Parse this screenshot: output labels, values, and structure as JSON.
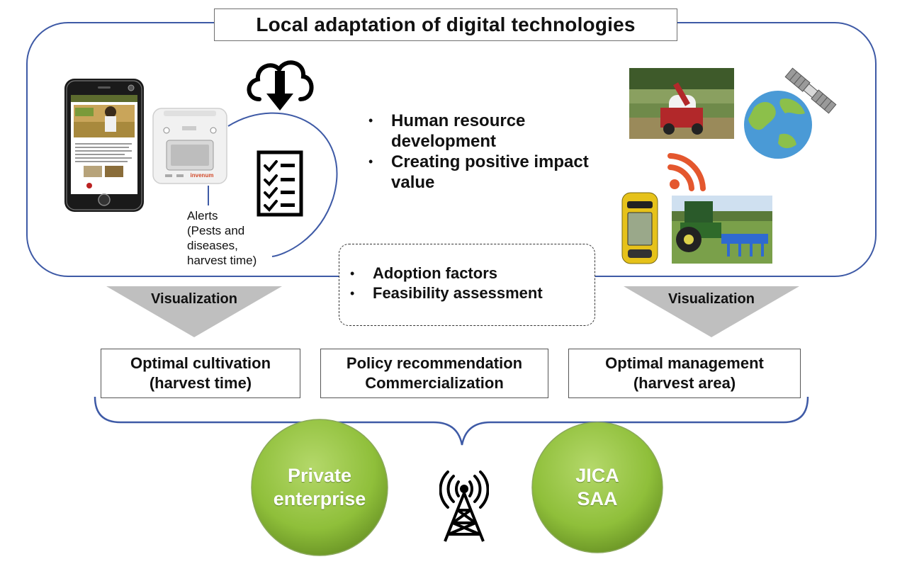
{
  "title": "Local adaptation of digital technologies",
  "center_bullets": [
    "Human resource development",
    "Creating positive impact value"
  ],
  "dashed_bullets": [
    "Adoption factors",
    "Feasibility assessment"
  ],
  "alerts_text": "Alerts\n(Pests and\ndiseases,\nharvest time)",
  "device_brand": "invenum",
  "visualization_left": "Visualization",
  "visualization_right": "Visualization",
  "outputs": [
    "Optimal cultivation\n(harvest time)",
    "Policy recommendation\nCommercialization",
    "Optimal management\n(harvest area)"
  ],
  "partners": [
    "Private\nenterprise",
    "JICA\nSAA"
  ],
  "colors": {
    "outline_blue": "#3e5aa6",
    "triangle_gray": "#bfbfbf",
    "partner_green": "#8fbf3a",
    "wifi_orange": "#e4572e"
  },
  "icons": [
    "smartphone-icon",
    "sensor-device-icon",
    "cloud-download-icon",
    "checklist-icon",
    "satellite-earth-icon",
    "wifi-signal-icon",
    "gps-device-icon",
    "radio-tower-icon"
  ]
}
